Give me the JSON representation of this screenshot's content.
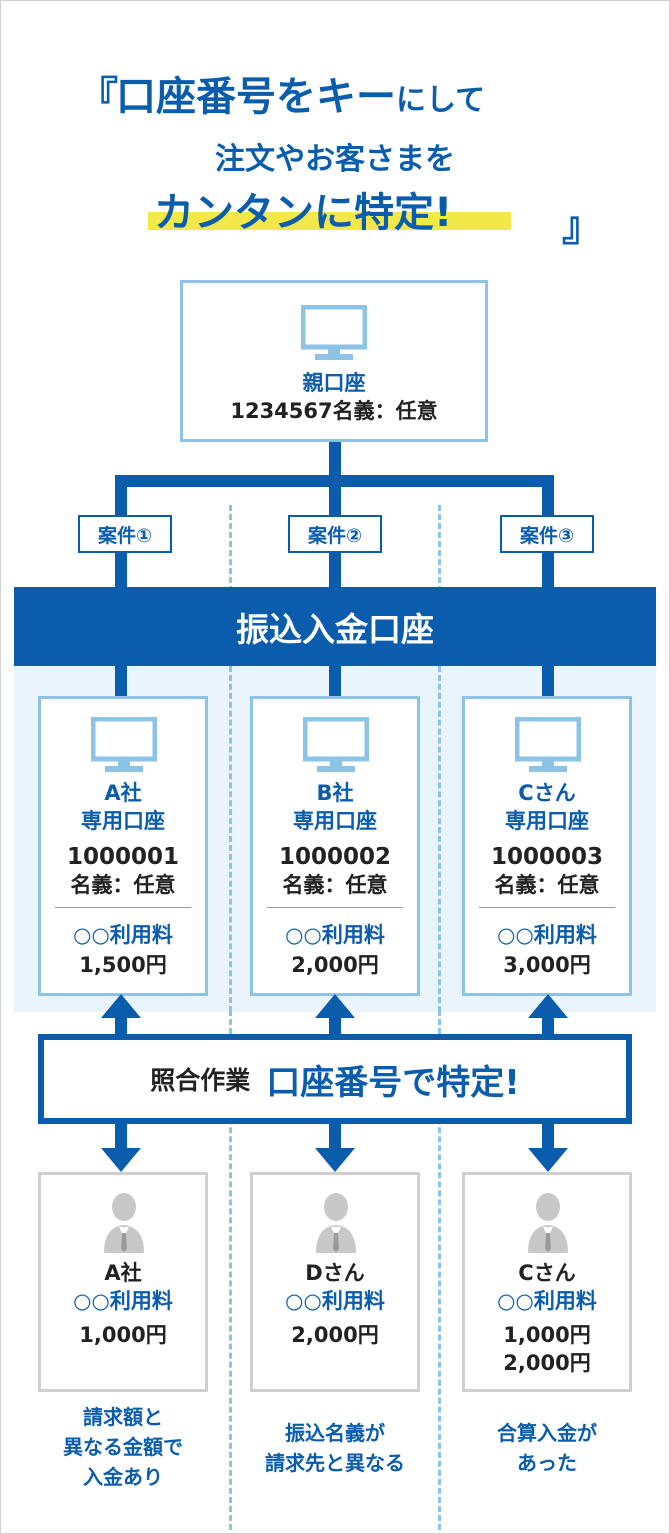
{
  "headline": {
    "open_quote": "『",
    "close_quote": "』",
    "line1_main": "口座番号をキー",
    "line1_small": "にして",
    "line2": "注文やお客さまを",
    "line3": "カンタンに特定!"
  },
  "parent_account": {
    "label": "親口座",
    "detail": "1234567名義：任意"
  },
  "cases": [
    "案件①",
    "案件②",
    "案件③"
  ],
  "banner": "振込入金口座",
  "accounts": [
    {
      "name": "A社",
      "type": "専用口座",
      "number": "1000001",
      "holder": "名義：任意",
      "fee_label": "○○利用料",
      "fee": "1,500円"
    },
    {
      "name": "B社",
      "type": "専用口座",
      "number": "1000002",
      "holder": "名義：任意",
      "fee_label": "○○利用料",
      "fee": "2,000円"
    },
    {
      "name": "Cさん",
      "type": "専用口座",
      "number": "1000003",
      "holder": "名義：任意",
      "fee_label": "○○利用料",
      "fee": "3,000円"
    }
  ],
  "matching": {
    "label": "照合作業",
    "emphasis": "口座番号で特定!"
  },
  "payers": [
    {
      "name": "A社",
      "fee_label": "○○利用料",
      "amounts": [
        "1,000円"
      ],
      "note": [
        "請求額と",
        "異なる金額で",
        "入金あり"
      ]
    },
    {
      "name": "Dさん",
      "fee_label": "○○利用料",
      "amounts": [
        "2,000円"
      ],
      "note": [
        "振込名義が",
        "請求先と異なる"
      ]
    },
    {
      "name": "Cさん",
      "fee_label": "○○利用料",
      "amounts": [
        "1,000円",
        "2,000円"
      ],
      "note": [
        "合算入金が",
        "あった"
      ]
    }
  ],
  "colors": {
    "primary": "#0a5cad",
    "light_border": "#8ec3e8",
    "highlight": "#f2e84a",
    "light_bg": "#eaf4fc",
    "person_gray": "#c8c8c8"
  },
  "icons": {
    "computer": "computer-monitor-icon",
    "person": "person-icon",
    "arrow": "double-arrow-icon"
  }
}
